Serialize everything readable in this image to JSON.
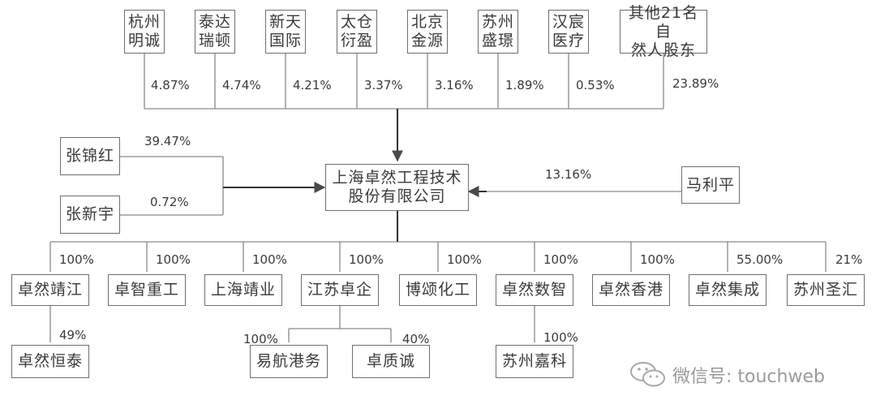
{
  "shareholders_top": [
    {
      "name": "杭州\n明诚",
      "pct": "4.87%"
    },
    {
      "name": "泰达\n瑞顿",
      "pct": "4.74%"
    },
    {
      "name": "新天\n国际",
      "pct": "4.21%"
    },
    {
      "name": "太仓\n衍盈",
      "pct": "3.37%"
    },
    {
      "name": "北京\n金源",
      "pct": "3.16%"
    },
    {
      "name": "苏州\n盛璟",
      "pct": "1.89%"
    },
    {
      "name": "汉宸\n医疗",
      "pct": "0.53%"
    },
    {
      "name": "其他21名自\n然人股东",
      "pct": "23.89%"
    }
  ],
  "shareholders_left": [
    {
      "name": "张锦红",
      "pct": "39.47%"
    },
    {
      "name": "张新宇",
      "pct": "0.72%"
    }
  ],
  "shareholder_right": {
    "name": "马利平",
    "pct": "13.16%"
  },
  "center": {
    "name": "上海卓然工程技术\n股份有限公司"
  },
  "subsidiaries": [
    {
      "name": "卓然靖江",
      "pct": "100%"
    },
    {
      "name": "卓智重工",
      "pct": "100%"
    },
    {
      "name": "上海靖业",
      "pct": "100%"
    },
    {
      "name": "江苏卓企",
      "pct": "100%"
    },
    {
      "name": "博颂化工",
      "pct": "100%"
    },
    {
      "name": "卓然数智",
      "pct": "100%"
    },
    {
      "name": "卓然香港",
      "pct": "100%"
    },
    {
      "name": "卓然集成",
      "pct": "55.00%"
    },
    {
      "name": "苏州圣汇",
      "pct": "21%"
    }
  ],
  "sub_subsidiaries": [
    {
      "name": "卓然恒泰",
      "pct": "49%"
    },
    {
      "name": "易航港务",
      "pct": "100%"
    },
    {
      "name": "卓质诚",
      "pct": "40%"
    },
    {
      "name": "苏州嘉科",
      "pct": "100%"
    }
  ],
  "watermark": {
    "text": "微信号: touchweb",
    "icon": "wechat-icon"
  },
  "colors": {
    "line": "#4a4a4a",
    "box_border": "#6f6f6f",
    "text": "#3a3a3a",
    "watermark": "#9a9a9a"
  }
}
